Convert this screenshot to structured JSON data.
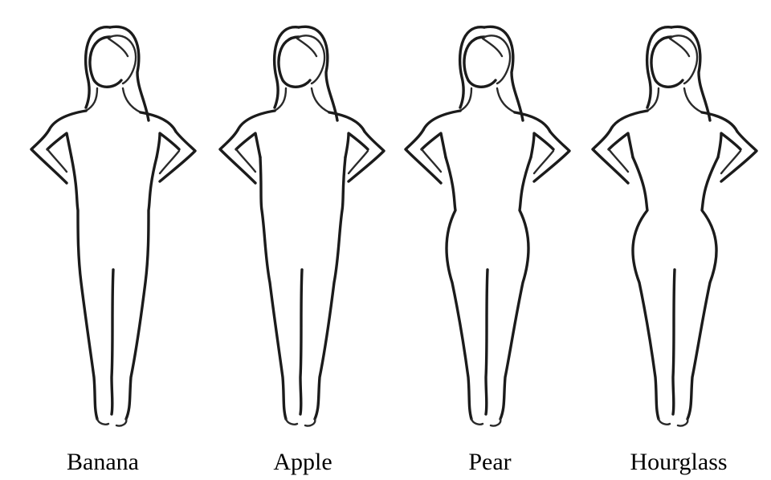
{
  "figures": [
    {
      "id": "banana",
      "label": "Banana"
    },
    {
      "id": "apple",
      "label": "Apple"
    },
    {
      "id": "pear",
      "label": "Pear"
    },
    {
      "id": "hourglass",
      "label": "Hourglass"
    }
  ],
  "colors": {
    "background": "#ffffff",
    "outline": "#1b1b1b",
    "text": "#000000"
  }
}
